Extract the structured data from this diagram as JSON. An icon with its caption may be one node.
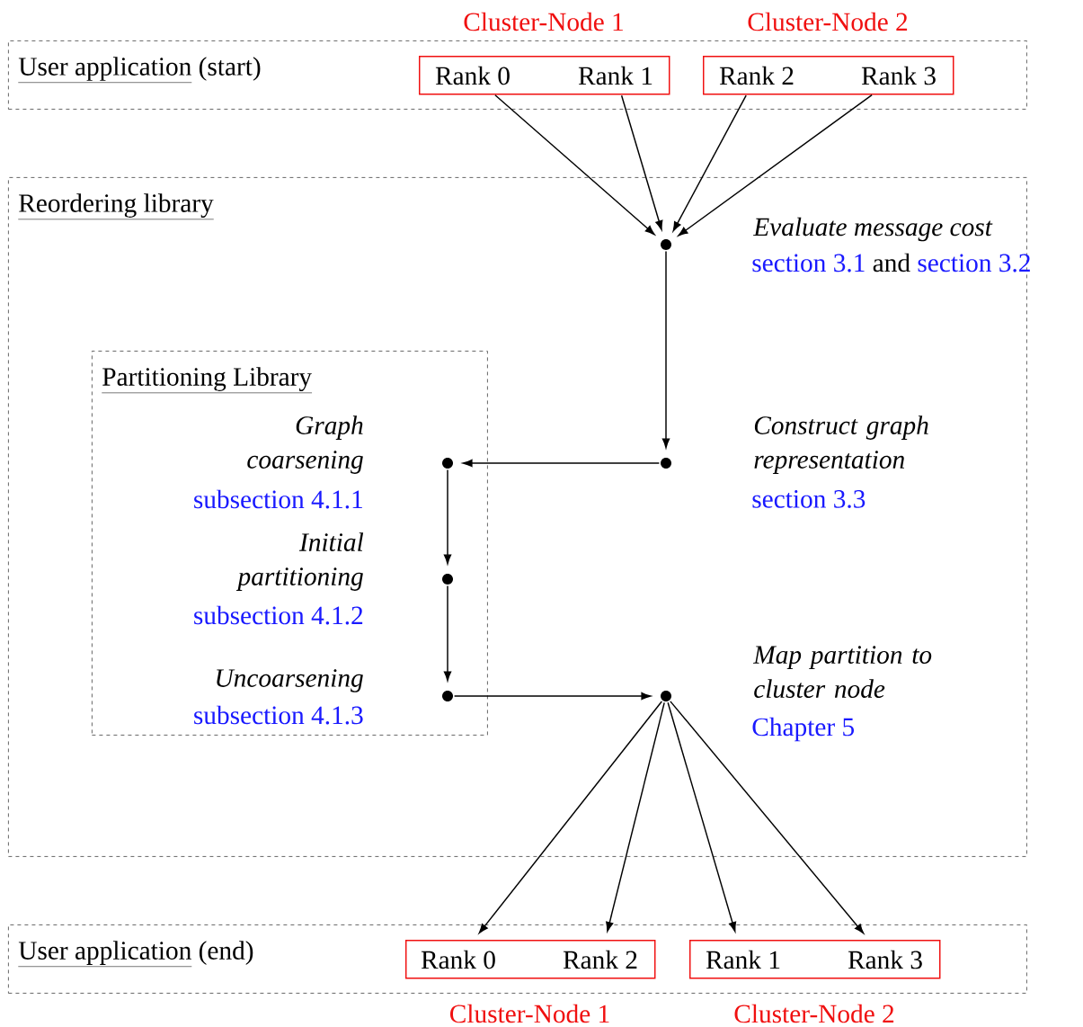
{
  "diagram": {
    "nodes": [
      {
        "text": [
          "User application",
          "(start)"
        ]
      },
      {
        "text": [
          "Cluster-Node 1"
        ],
        "in": 0
      },
      {
        "text": [
          "Rank 0"
        ],
        "in": 1
      },
      {
        "text": [
          "Rank 1"
        ],
        "in": 1
      },
      {
        "text": [
          "Cluster-Node 2"
        ],
        "in": 0
      },
      {
        "text": [
          "Rank 2"
        ],
        "in": 4
      },
      {
        "text": [
          "Rank 3"
        ],
        "in": 4
      },
      {
        "text": [
          "Reordering library"
        ]
      },
      {
        "text": [],
        "shape": "circle",
        "in": 7,
        "beside": [
          "Evaluate message cost",
          "section 3.1",
          "and",
          "section 3.2"
        ]
      },
      {
        "text": [],
        "shape": "circle",
        "in": 7,
        "beside": [
          "Construct graph representation",
          "section 3.3"
        ]
      },
      {
        "text": [
          "Partitioning Library"
        ],
        "in": 7
      },
      {
        "text": [],
        "shape": "circle",
        "in": 10,
        "beside": [
          "Graph coarsening",
          "subsection 4.1.1"
        ]
      },
      {
        "text": [],
        "shape": "circle",
        "in": 10,
        "beside": [
          "Initial partitioning",
          "subsection 4.1.2"
        ]
      },
      {
        "text": [],
        "shape": "circle",
        "in": 10,
        "beside": [
          "Uncoarsening",
          "subsection 4.1.3"
        ]
      },
      {
        "text": [],
        "shape": "circle",
        "in": 7,
        "beside": [
          "Map partition to cluster node",
          "Chapter 5"
        ]
      },
      {
        "text": [
          "User application",
          "(end)"
        ]
      },
      {
        "text": [
          "Cluster-Node 1"
        ],
        "in": 15
      },
      {
        "text": [
          "Rank 0"
        ],
        "in": 16
      },
      {
        "text": [
          "Rank 2"
        ],
        "in": 16
      },
      {
        "text": [
          "Cluster-Node 2"
        ],
        "in": 15
      },
      {
        "text": [
          "Rank 1"
        ],
        "in": 19
      },
      {
        "text": [
          "Rank 3"
        ],
        "in": 19
      }
    ],
    "edges": [
      {
        "from": 2,
        "to": 8,
        "arrow": "to"
      },
      {
        "from": 3,
        "to": 8,
        "arrow": "to"
      },
      {
        "from": 5,
        "to": 8,
        "arrow": "to"
      },
      {
        "from": 6,
        "to": 8,
        "arrow": "to"
      },
      {
        "from": 8,
        "to": 9,
        "arrow": "to"
      },
      {
        "from": 9,
        "to": 11,
        "arrow": "to"
      },
      {
        "from": 11,
        "to": 12,
        "arrow": "to"
      },
      {
        "from": 12,
        "to": 13,
        "arrow": "to"
      },
      {
        "from": 13,
        "to": 14,
        "arrow": "to"
      },
      {
        "from": 14,
        "to": 17,
        "arrow": "to"
      },
      {
        "from": 14,
        "to": 18,
        "arrow": "to"
      },
      {
        "from": 14,
        "to": 20,
        "arrow": "to"
      },
      {
        "from": 14,
        "to": 21,
        "arrow": "to"
      }
    ]
  }
}
